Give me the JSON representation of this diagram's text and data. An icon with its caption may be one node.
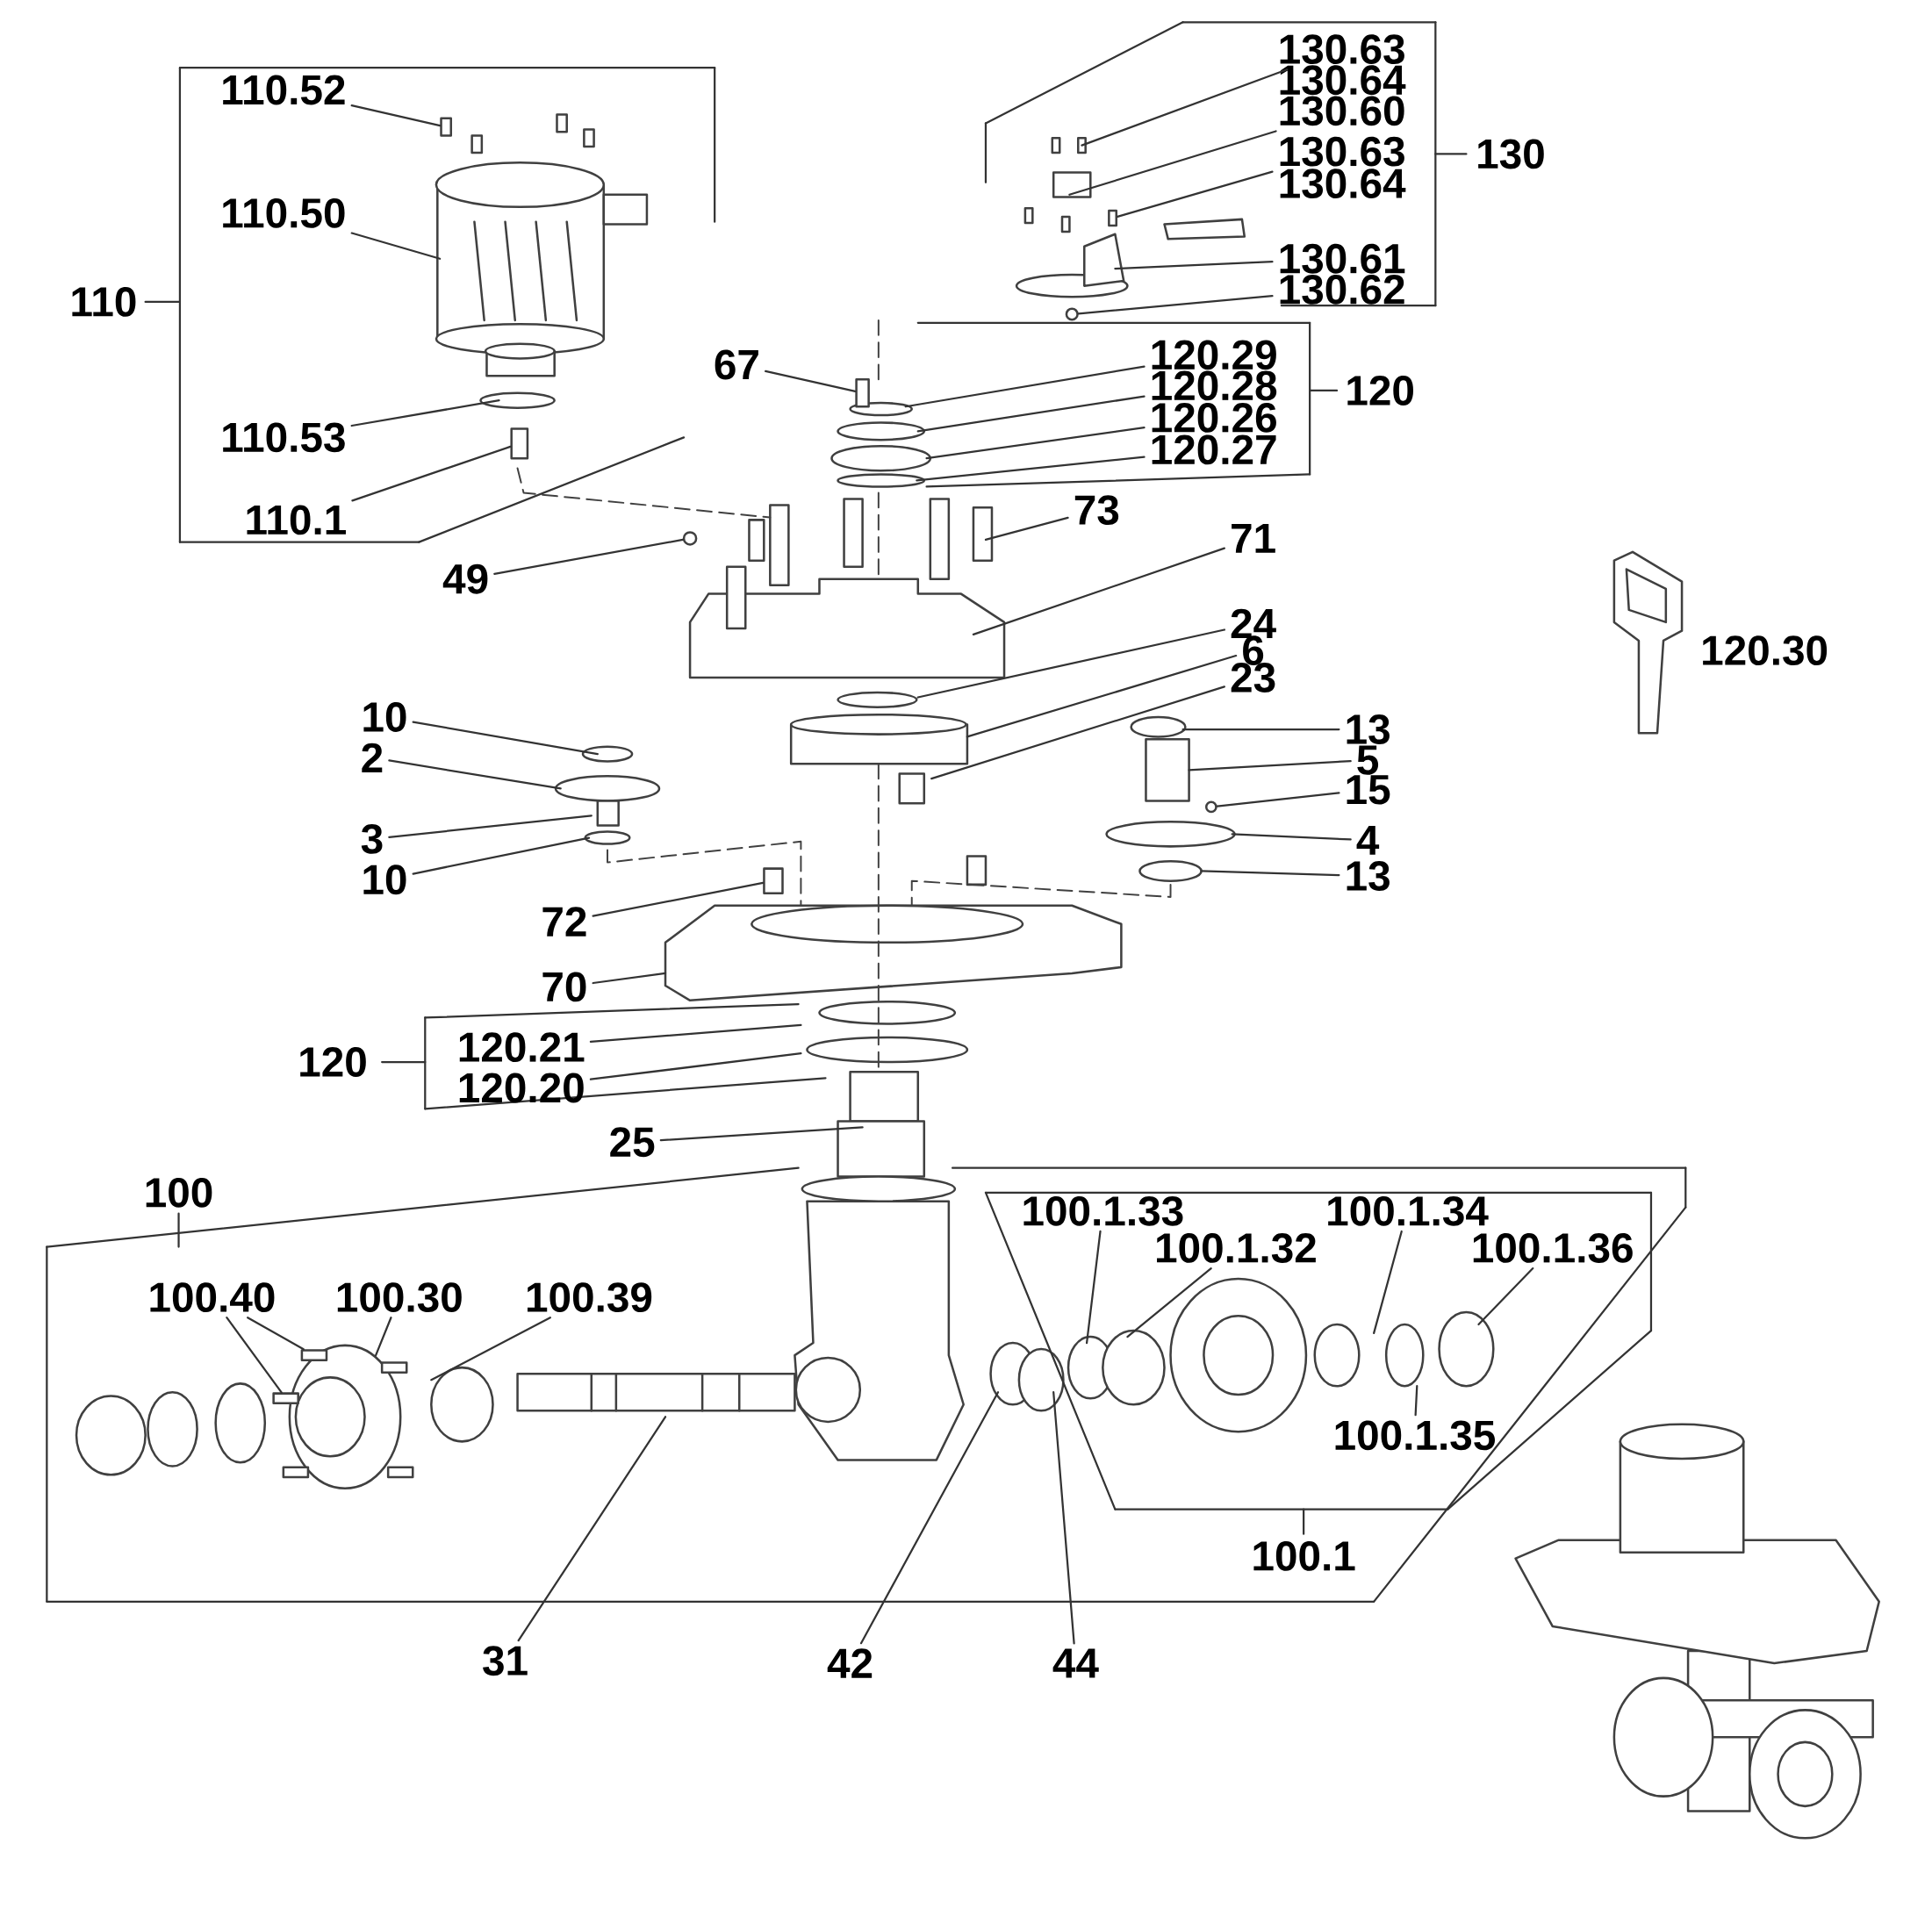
{
  "diagram": {
    "nodes": [
      {
        "text": [
          "110.52"
        ]
      },
      {
        "text": [
          "110.50"
        ]
      },
      {
        "text": [
          "110.53"
        ]
      },
      {
        "text": [
          "110.1"
        ]
      },
      {
        "text": [
          "130.63"
        ]
      },
      {
        "text": [
          "130.64"
        ]
      },
      {
        "text": [
          "130.60"
        ]
      },
      {
        "text": [
          "130.63"
        ]
      },
      {
        "text": [
          "130.64"
        ]
      },
      {
        "text": [
          "130.61"
        ]
      },
      {
        "text": [
          "130.62"
        ]
      },
      {
        "text": [
          "67"
        ]
      },
      {
        "text": [
          "120.29"
        ]
      },
      {
        "text": [
          "120.28"
        ]
      },
      {
        "text": [
          "120.26"
        ]
      },
      {
        "text": [
          "120.27"
        ]
      },
      {
        "text": [
          "73"
        ]
      },
      {
        "text": [
          "71"
        ]
      },
      {
        "text": [
          "49"
        ]
      },
      {
        "text": [
          "24"
        ]
      },
      {
        "text": [
          "6"
        ]
      },
      {
        "text": [
          "23"
        ]
      },
      {
        "text": [
          "10"
        ]
      },
      {
        "text": [
          "2"
        ]
      },
      {
        "text": [
          "3"
        ]
      },
      {
        "text": [
          "10"
        ]
      },
      {
        "text": [
          "13"
        ]
      },
      {
        "text": [
          "5"
        ]
      },
      {
        "text": [
          "15"
        ]
      },
      {
        "text": [
          "4"
        ]
      },
      {
        "text": [
          "13"
        ]
      },
      {
        "text": [
          "72"
        ]
      },
      {
        "text": [
          "70"
        ]
      },
      {
        "text": [
          "120.21"
        ]
      },
      {
        "text": [
          "120.20"
        ]
      },
      {
        "text": [
          "25"
        ]
      },
      {
        "text": [
          "100.40"
        ]
      },
      {
        "text": [
          "100.30"
        ]
      },
      {
        "text": [
          "100.39"
        ]
      },
      {
        "text": [
          "100.1.33"
        ]
      },
      {
        "text": [
          "100.1.32"
        ]
      },
      {
        "text": [
          "100.1.34"
        ]
      },
      {
        "text": [
          "100.1.36"
        ]
      },
      {
        "text": [
          "100.1.35"
        ]
      },
      {
        "text": [
          "31"
        ]
      },
      {
        "text": [
          "42"
        ]
      },
      {
        "text": [
          "44"
        ]
      },
      {
        "text": [],
        "shape": "box"
      },
      {
        "text": [],
        "shape": "box"
      },
      {
        "text": [],
        "shape": "box"
      },
      {
        "text": [],
        "shape": "circle"
      },
      {
        "text": [],
        "shape": "box"
      },
      {
        "text": [],
        "shape": "circle"
      },
      {
        "text": [],
        "shape": "circle"
      },
      {
        "text": [],
        "shape": "box"
      },
      {
        "text": [],
        "shape": "box"
      },
      {
        "text": [],
        "shape": "box"
      }
    ],
    "edges": [
      {
        "from": 0,
        "to": 47,
        "arrow": "none"
      },
      {
        "from": 1,
        "to": null,
        "arrow": "none"
      },
      {
        "from": 2,
        "to": null,
        "arrow": "none"
      },
      {
        "from": 3,
        "to": 48,
        "arrow": "none"
      },
      {
        "from": 4,
        "to": null,
        "arrow": "none"
      },
      {
        "from": 6,
        "to": null,
        "arrow": "none"
      },
      {
        "from": 7,
        "to": 49,
        "arrow": "none"
      },
      {
        "from": 9,
        "to": null,
        "arrow": "none"
      },
      {
        "from": 10,
        "to": 50,
        "arrow": "none"
      },
      {
        "from": 11,
        "to": 51,
        "arrow": "none"
      },
      {
        "from": 12,
        "to": null,
        "arrow": "none"
      },
      {
        "from": 13,
        "to": null,
        "arrow": "none"
      },
      {
        "from": 14,
        "to": null,
        "arrow": "none"
      },
      {
        "from": 15,
        "to": null,
        "arrow": "none"
      },
      {
        "from": 16,
        "to": null,
        "arrow": "none"
      },
      {
        "from": 17,
        "to": null,
        "arrow": "none"
      },
      {
        "from": 18,
        "to": 52,
        "arrow": "none"
      },
      {
        "from": 19,
        "to": null,
        "arrow": "none"
      },
      {
        "from": 20,
        "to": null,
        "arrow": "none"
      },
      {
        "from": 21,
        "to": null,
        "arrow": "none"
      },
      {
        "from": 22,
        "to": null,
        "arrow": "none"
      },
      {
        "from": 23,
        "to": null,
        "arrow": "none"
      },
      {
        "from": 24,
        "to": null,
        "arrow": "none"
      },
      {
        "from": 25,
        "to": null,
        "arrow": "none"
      },
      {
        "from": 26,
        "to": null,
        "arrow": "none"
      },
      {
        "from": 27,
        "to": null,
        "arrow": "none"
      },
      {
        "from": 28,
        "to": 53,
        "arrow": "none"
      },
      {
        "from": 29,
        "to": null,
        "arrow": "none"
      },
      {
        "from": 30,
        "to": null,
        "arrow": "none"
      },
      {
        "from": 31,
        "to": 54,
        "arrow": "none"
      },
      {
        "from": 32,
        "to": null,
        "arrow": "none"
      },
      {
        "from": 33,
        "to": null,
        "arrow": "none"
      },
      {
        "from": 34,
        "to": null,
        "arrow": "none"
      },
      {
        "from": 35,
        "to": null,
        "arrow": "none"
      },
      {
        "from": 36,
        "to": 55,
        "arrow": "none"
      },
      {
        "from": 36,
        "to": 56,
        "arrow": "none"
      },
      {
        "from": 37,
        "to": null,
        "arrow": "none"
      },
      {
        "from": 38,
        "to": null,
        "arrow": "none"
      },
      {
        "from": 39,
        "to": null,
        "arrow": "none"
      },
      {
        "from": 40,
        "to": null,
        "arrow": "none"
      },
      {
        "from": 41,
        "to": null,
        "arrow": "none"
      },
      {
        "from": 42,
        "to": null,
        "arrow": "none"
      },
      {
        "from": 43,
        "to": null,
        "arrow": "none"
      },
      {
        "from": 44,
        "to": null,
        "arrow": "none"
      },
      {
        "from": 45,
        "to": null,
        "arrow": "none"
      },
      {
        "from": 46,
        "to": null,
        "arrow": "none"
      }
    ],
    "labels": [
      "130",
      "110",
      "120",
      "120.30",
      "120",
      "100",
      "100.1"
    ]
  }
}
